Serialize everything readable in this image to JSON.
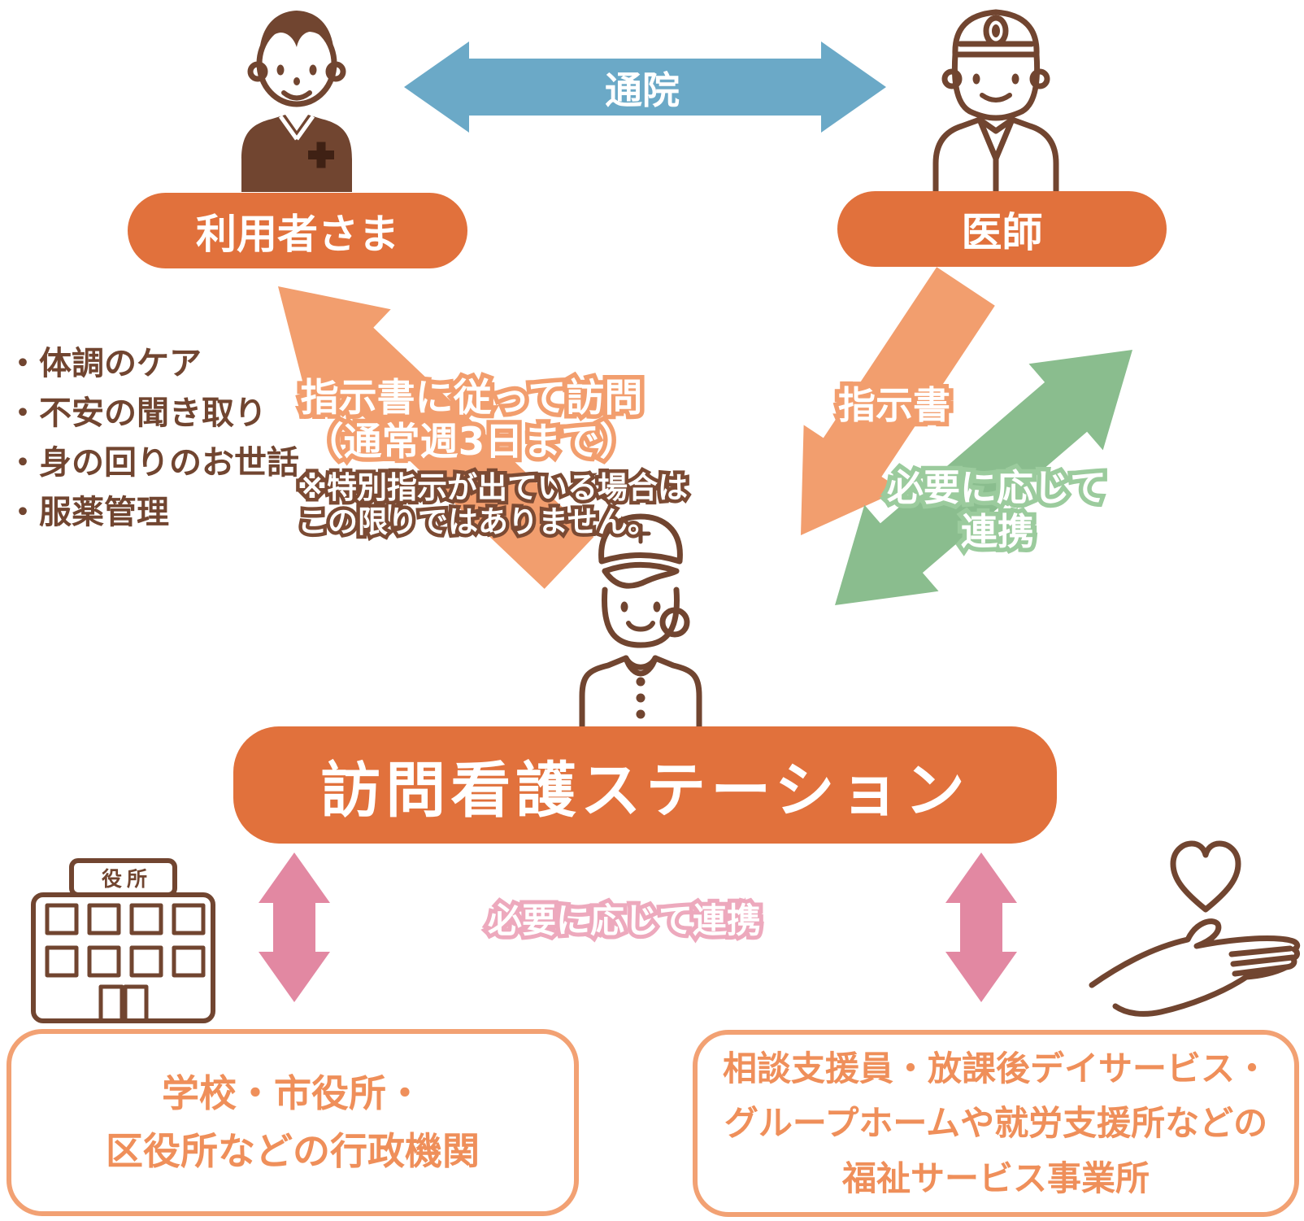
{
  "diagram": {
    "top": {
      "user_label": "利用者さま",
      "doctor_label": "医師",
      "tsuuin_label": "通院"
    },
    "care_list": {
      "items": [
        "・体調のケア",
        "・不安の聞き取り",
        "・身の回りのお世話",
        "・服薬管理"
      ]
    },
    "visit_arrow": {
      "line1": "指示書に従って訪問",
      "line2": "（通常週3日まで）",
      "note_line1": "※特別指示が出ている場合は",
      "note_line2": "この限りではありません。"
    },
    "shijisho_arrow": {
      "label": "指示書"
    },
    "doctor_collab_arrow": {
      "line1": "必要に応じて",
      "line2": "連携"
    },
    "station": {
      "label": "訪問看護ステーション"
    },
    "building": {
      "sign": "役所"
    },
    "bottom_collab": {
      "label": "必要に応じて連携"
    },
    "gov_box": {
      "line1": "学校・市役所・",
      "line2": "区役所などの行政機関"
    },
    "welfare_box": {
      "line1": "相談支援員・放課後デイサービス・",
      "line2": "グループホームや就労支援所などの",
      "line3": "福祉サービス事業所"
    },
    "icons": [
      "user-icon",
      "doctor-icon",
      "nurse-icon",
      "government-building-icon",
      "hand-heart-icon"
    ],
    "colors": {
      "box_orange": "#e1713c",
      "arrow_orange": "#f29e6e",
      "blue": "#6ba9c7",
      "green": "#8abd8e",
      "green_text_outline": "#9bcb9d",
      "pink": "#e288a2",
      "pink_text_outline": "#eda9bd",
      "icon_brown": "#714530",
      "note_outline_brown": "#7b4a33",
      "bottom_text_orange": "#ef8f5a",
      "bottom_border_orange": "#f2a173"
    }
  }
}
